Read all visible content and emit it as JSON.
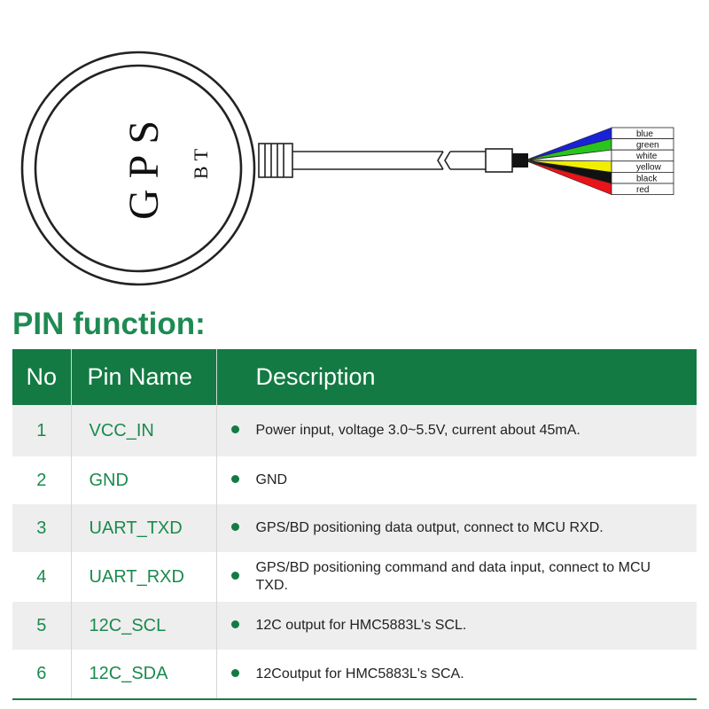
{
  "diagram": {
    "module_label_gps": "GPS",
    "module_label_bt": "BT",
    "wires": [
      {
        "label": "blue",
        "color": "#1a22d8"
      },
      {
        "label": "green",
        "color": "#2bc41f"
      },
      {
        "label": "white",
        "color": "#ffffff"
      },
      {
        "label": "yellow",
        "color": "#f2ee00"
      },
      {
        "label": "black",
        "color": "#111111"
      },
      {
        "label": "red",
        "color": "#e8141a"
      }
    ]
  },
  "section_title": "PIN function:",
  "table": {
    "headers": {
      "no": "No",
      "pin_name": "Pin Name",
      "description": "Description"
    },
    "rows": [
      {
        "no": "1",
        "pin_name": "VCC_IN",
        "description": "Power input, voltage 3.0~5.5V, current about 45mA."
      },
      {
        "no": "2",
        "pin_name": "GND",
        "description": "GND"
      },
      {
        "no": "3",
        "pin_name": "UART_TXD",
        "description": "GPS/BD positioning data output, connect to MCU RXD."
      },
      {
        "no": "4",
        "pin_name": "UART_RXD",
        "description": "GPS/BD positioning command and data input, connect to MCU TXD."
      },
      {
        "no": "5",
        "pin_name": "12C_SCL",
        "description": "12C output for HMC5883L's SCL."
      },
      {
        "no": "6",
        "pin_name": "12C_SDA",
        "description": "12Coutput for HMC5883L's SCA."
      }
    ]
  },
  "colors": {
    "accent": "#137a43",
    "title": "#1e8a52",
    "row_alt": "#eeeeee"
  }
}
